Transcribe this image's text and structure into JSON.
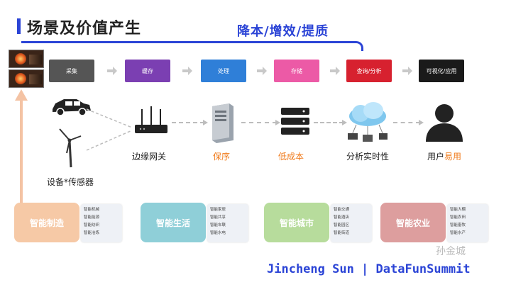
{
  "title": "场景及价值产生",
  "goal": "降本/增效/提质",
  "colors": {
    "accent": "#2b44d6",
    "orange": "#f07a1a"
  },
  "pipeline": [
    {
      "label": "采集",
      "color": "#555555"
    },
    {
      "label": "缓存",
      "color": "#7b3fb2"
    },
    {
      "label": "处理",
      "color": "#2f7fd8"
    },
    {
      "label": "存储",
      "color": "#ec5aa6"
    },
    {
      "label": "查询/分析",
      "color": "#d7212f"
    },
    {
      "label": "可视化/应用",
      "color": "#1a1a1a"
    }
  ],
  "nodes": {
    "gateway": "边缘网关",
    "storage_value": "保序",
    "cost_value": "低成本",
    "analysis_value": "分析实时性",
    "user_prefix": "用户",
    "user_highlight": "易用",
    "devices": "设备*传感器"
  },
  "icons": [
    "car-icon",
    "wind-turbine-icon",
    "router-icon",
    "server-icon",
    "database-icon",
    "cloud-icon",
    "user-icon",
    "factory-thumbnail"
  ],
  "scenarios": [
    {
      "name": "智能制造",
      "color": "#f6c9a6",
      "items": [
        "智能机械",
        "智能能源",
        "智能纺织",
        "智能冶炼"
      ]
    },
    {
      "name": "智能生活",
      "color": "#8fcfd8",
      "items": [
        "智能家居",
        "智能共享",
        "智能车联",
        "智能水电"
      ]
    },
    {
      "name": "智能城市",
      "color": "#b7dc9c",
      "items": [
        "智能交通",
        "智能酒店",
        "智能园区",
        "智能街道"
      ]
    },
    {
      "name": "智能农业",
      "color": "#dd9e9e",
      "items": [
        "智能大棚",
        "智能农田",
        "智能畜牧",
        "智能水产"
      ]
    }
  ],
  "footer": "Jincheng Sun | DataFunSummit",
  "watermark": "孙金城"
}
